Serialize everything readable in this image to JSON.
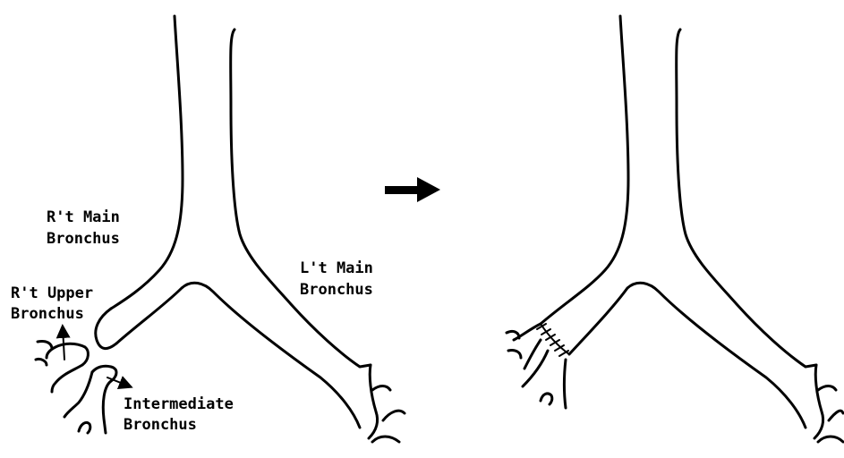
{
  "labels": {
    "rt_main_line1": "R't Main",
    "rt_main_line2": "Bronchus",
    "lt_main_line1": "L't Main",
    "lt_main_line2": "Bronchus",
    "rt_upper_line1": "R't Upper",
    "rt_upper_line2": "Bronchus",
    "intermediate_line1": "Intermediate",
    "intermediate_line2": "Bronchus"
  },
  "colors": {
    "line": "#000000",
    "background": "#ffffff"
  },
  "icons": {
    "transition": "right-arrow-icon"
  }
}
